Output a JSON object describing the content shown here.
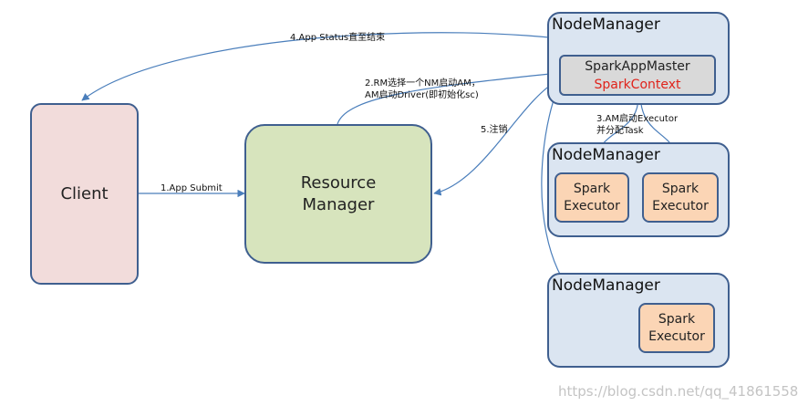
{
  "nodes": {
    "client": "Client",
    "resource_manager": [
      "Resource",
      "Manager"
    ],
    "node_manager_title": "NodeManager",
    "app_master": "SparkAppMaster",
    "spark_context": "SparkContext",
    "executor": [
      "Spark",
      "Executor"
    ]
  },
  "labels": {
    "app_submit": "1.App Submit",
    "rm_select_line1": "2.RM选择一个NM启动AM，",
    "rm_select_line2": "AM启动Driver(即初始化sc)",
    "am_start_line1": "3.AM启动Executor",
    "am_start_line2": "并分配Task",
    "app_status": "4.App Status直至结束",
    "logout": "5.注销"
  },
  "watermark": "https://blog.csdn.net/qq_41861558",
  "colors": {
    "client_fill": "#f2dcdb",
    "rm_fill": "#d7e4bd",
    "nm_fill": "#dbe5f1",
    "am_fill": "#d9d9d9",
    "executor_fill": "#fbd5b5",
    "spark_context_text": "#e0231b",
    "arrow": "#4a7ebb",
    "border": "#3f5f8f"
  }
}
